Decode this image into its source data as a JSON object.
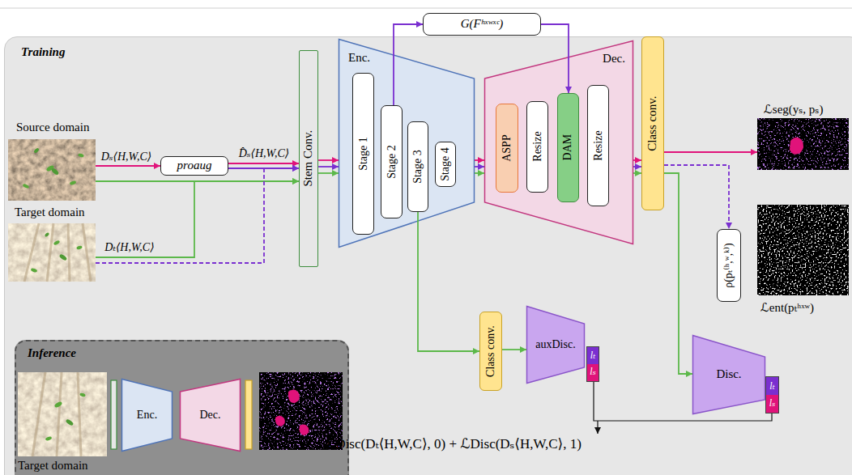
{
  "diagram": {
    "nodes": [
      {
        "text": [
          "Training"
        ]
      },
      {
        "text": [
          "Source domain"
        ],
        "in": 0
      },
      {
        "text": [
          "Target domain"
        ],
        "in": 0
      },
      {
        "text": [
          "proaug"
        ],
        "in": 0
      },
      {
        "text": [
          "Stem Conv."
        ],
        "in": 0
      },
      {
        "text": [
          "Enc."
        ],
        "in": 0
      },
      {
        "text": [
          "Stage 1"
        ],
        "in": 5
      },
      {
        "text": [
          "Stage 2"
        ],
        "in": 5
      },
      {
        "text": [
          "Stage 3"
        ],
        "in": 5
      },
      {
        "text": [
          "Stage 4"
        ],
        "in": 5
      },
      {
        "text": [
          "G(Fʰˣʷˣᶜ)"
        ]
      },
      {
        "text": [
          "Dec."
        ],
        "in": 0
      },
      {
        "text": [
          "ASPP"
        ],
        "in": 11
      },
      {
        "text": [
          "Resize"
        ],
        "in": 11
      },
      {
        "text": [
          "DAM"
        ],
        "in": 11
      },
      {
        "text": [
          "Resize"
        ],
        "in": 11
      },
      {
        "text": [
          "Class conv."
        ],
        "in": 0
      },
      {
        "text": [
          "ℒseg(yₛ, pₛ)"
        ],
        "in": 0
      },
      {
        "text": [
          "ρ(pₜ⁽ʰ,ʷ,ᵏ⁾)"
        ],
        "in": 0
      },
      {
        "text": [
          "ℒent(pₜʰˣʷ)"
        ],
        "in": 0
      },
      {
        "text": [
          "Class conv."
        ],
        "in": 0
      },
      {
        "text": [
          "auxDisc."
        ],
        "in": 0
      },
      {
        "text": [
          "lₜ",
          "lₛ"
        ],
        "in": 0
      },
      {
        "text": [
          "Disc."
        ],
        "in": 0
      },
      {
        "text": [
          "lₜ",
          "lₛ"
        ],
        "in": 0
      },
      {
        "text": [
          "Inference"
        ],
        "in": 0
      },
      {
        "text": [
          "Target domain"
        ],
        "in": 25
      },
      {
        "text": [
          "Enc."
        ],
        "in": 25
      },
      {
        "text": [
          "Dec."
        ],
        "in": 25
      }
    ],
    "edges": [
      {
        "from": 1,
        "to": 3,
        "arrow": "to",
        "label": "Dₛ⟨H,W,C⟩"
      },
      {
        "from": 3,
        "to": 4,
        "arrow": "to",
        "label": "D̂ₛ⟨H,W,C⟩"
      },
      {
        "from": 3,
        "to": 4,
        "arrow": "to"
      },
      {
        "from": 1,
        "to": 4,
        "arrow": "to"
      },
      {
        "from": 2,
        "to": 4,
        "arrow": "to",
        "label": "Dₜ⟨H,W,C⟩"
      },
      {
        "from": 2,
        "to": 4,
        "arrow": "to"
      },
      {
        "from": 4,
        "to": 5,
        "arrow": "to"
      },
      {
        "from": 4,
        "to": 5,
        "arrow": "to"
      },
      {
        "from": 4,
        "to": 5,
        "arrow": "to"
      },
      {
        "from": 7,
        "to": 10,
        "arrow": "to"
      },
      {
        "from": 10,
        "to": 14,
        "arrow": "to"
      },
      {
        "from": 5,
        "to": 11,
        "arrow": "to"
      },
      {
        "from": 5,
        "to": 11,
        "arrow": "to"
      },
      {
        "from": 5,
        "to": 11,
        "arrow": "to"
      },
      {
        "from": 11,
        "to": 16,
        "arrow": "to"
      },
      {
        "from": 11,
        "to": 16,
        "arrow": "to"
      },
      {
        "from": 11,
        "to": 16,
        "arrow": "to"
      },
      {
        "from": 16,
        "to": 17,
        "arrow": "to"
      },
      {
        "from": 16,
        "to": 18,
        "arrow": "to"
      },
      {
        "from": 8,
        "to": 20,
        "arrow": "to"
      },
      {
        "from": 20,
        "to": 21,
        "arrow": "to"
      },
      {
        "from": 16,
        "to": 23,
        "arrow": "to"
      }
    ],
    "labels": [
      "ℒDisc(Dₜ⟨H,W,C⟩, 0) + ℒDisc(Dₛ⟨H,W,C⟩, 1)"
    ]
  }
}
